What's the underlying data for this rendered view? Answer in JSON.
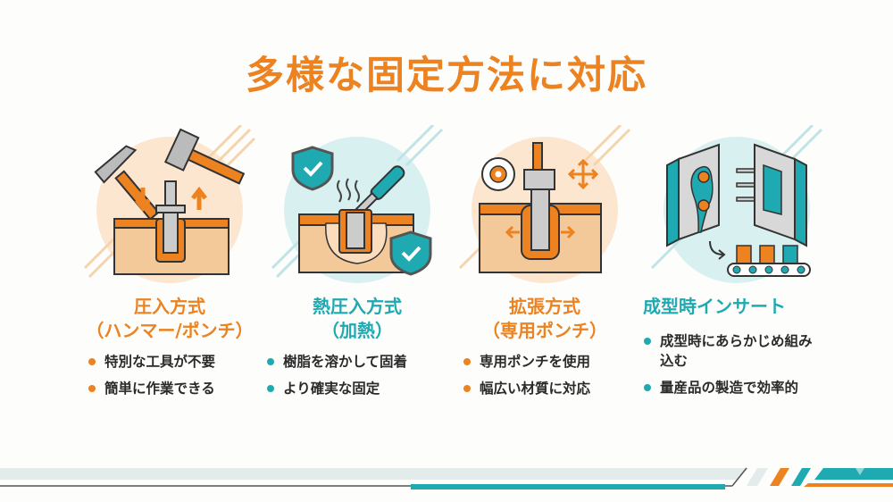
{
  "title": "多様な固定方法に対応",
  "colors": {
    "orange": "#ec8220",
    "teal": "#1fa9b1",
    "text": "#2a2a2a",
    "background": "#fdfdfc"
  },
  "methods": [
    {
      "heading_line1": "圧入方式",
      "heading_line2": "（ハンマー/ポンチ）",
      "accent": "orange",
      "illustration": "hammer-press-fit-icon",
      "bullets": [
        "特別な工具が不要",
        "簡単に作業できる"
      ]
    },
    {
      "heading_line1": "熱圧入方式",
      "heading_line2": "（加熱）",
      "accent": "teal",
      "illustration": "soldering-heat-insert-icon",
      "bullets": [
        "樹脂を溶かして固着",
        "より確実な固定"
      ]
    },
    {
      "heading_line1": "拡張方式",
      "heading_line2": "（専用ポンチ）",
      "accent": "orange",
      "illustration": "expansion-punch-icon",
      "bullets": [
        "専用ポンチを使用",
        "幅広い材質に対応"
      ]
    },
    {
      "heading_line1": "成型時インサート",
      "heading_line2": "",
      "accent": "teal",
      "illustration": "mold-insert-icon",
      "bullets": [
        "成型時にあらかじめ組み込む",
        "量産品の製造で効率的"
      ]
    }
  ]
}
